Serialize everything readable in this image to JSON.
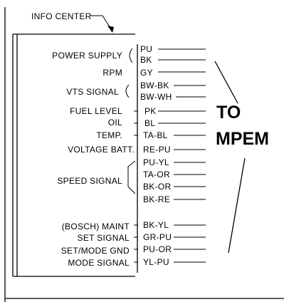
{
  "header": {
    "title": "INFO CENTER"
  },
  "destination": {
    "line1": "TO",
    "line2": "MPEM"
  },
  "signals": [
    {
      "label": "POWER SUPPLY",
      "wires": [
        "PU",
        "BK"
      ]
    },
    {
      "label": "RPM",
      "wires": [
        "GY"
      ]
    },
    {
      "label": "VTS SIGNAL",
      "wires": [
        "BW-BK",
        "BW-WH"
      ]
    },
    {
      "label": "FUEL LEVEL",
      "wires": [
        "PK"
      ]
    },
    {
      "label": "OIL",
      "wires": [
        "BL"
      ]
    },
    {
      "label": "TEMP.",
      "wires": [
        "TA-BL"
      ]
    },
    {
      "label": "VOLTAGE BATT.",
      "wires": [
        "RE-PU"
      ]
    },
    {
      "label": "SPEED SIGNAL",
      "wires": [
        "PU-YL",
        "TA-OR",
        "BK-OR",
        "BK-RE"
      ]
    },
    {
      "label": "(BOSCH) MAINT",
      "wires": [
        "BK-YL"
      ]
    },
    {
      "label": "SET SIGNAL",
      "wires": [
        "GR-PU"
      ]
    },
    {
      "label": "SET/MODE GND",
      "wires": [
        "PU-OR"
      ]
    },
    {
      "label": "MODE SIGNAL",
      "wires": [
        "YL-PU"
      ]
    }
  ]
}
